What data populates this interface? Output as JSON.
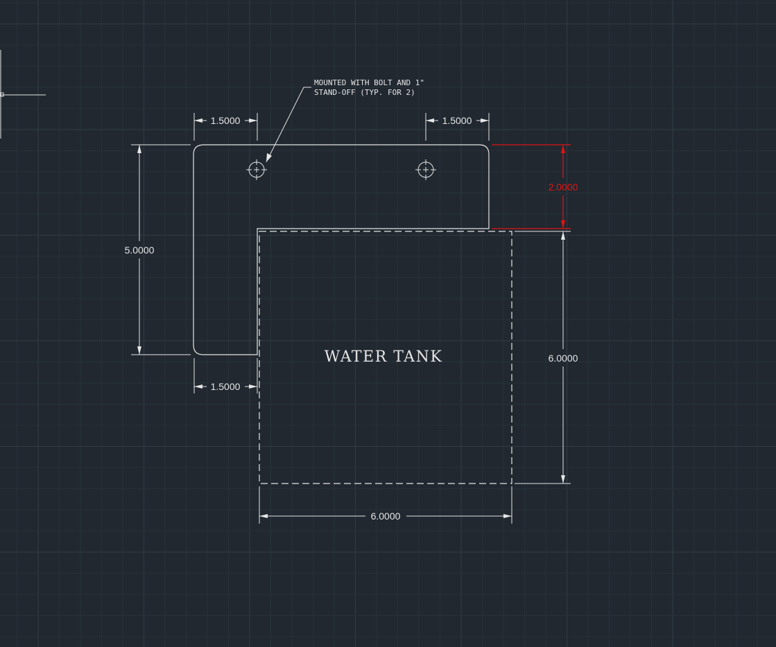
{
  "colors": {
    "background": "#212830",
    "grid_minor": "#283039",
    "grid_major": "#323b46",
    "geometry": "#e6e6e6",
    "highlight_dimension": "#e01515"
  },
  "leader_note": {
    "line1": "MOUNTED WITH BOLT AND 1\"",
    "line2": "STAND-OFF (TYP. FOR 2)"
  },
  "dimensions": {
    "top_left": "1.5000",
    "top_right": "1.5000",
    "bottom_left": "1.5000",
    "left_height": "5.0000",
    "right_upper_selected": "2.0000",
    "right_lower": "6.0000",
    "bottom_width": "6.0000"
  },
  "tank_label": "WATER TANK",
  "ucs_icon": "ucs-crosshair-icon"
}
